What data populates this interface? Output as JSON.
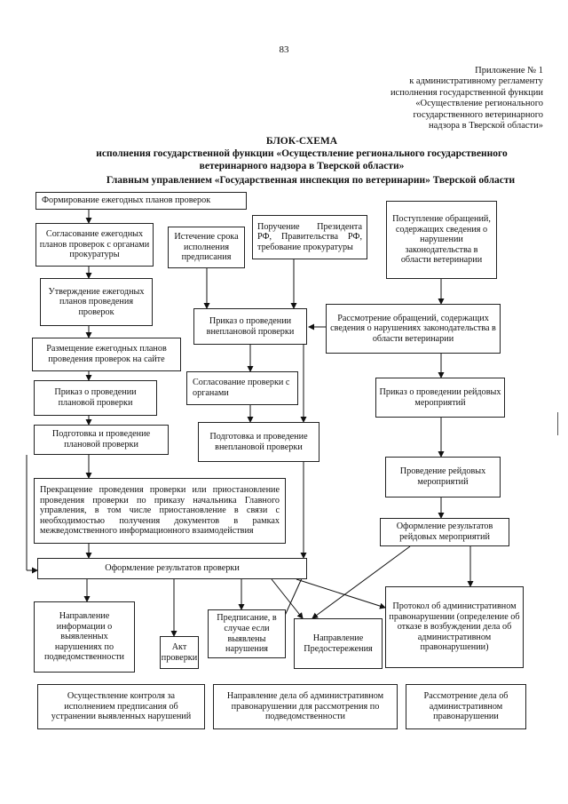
{
  "page_number": "83",
  "annex": {
    "lines": [
      "Приложение № 1",
      "к административному регламенту",
      "исполнения государственной функции",
      "«Осуществление регионального",
      "государственного ветеринарного",
      "надзора в Тверской области»"
    ]
  },
  "title": {
    "line1": "БЛОК-СХЕМА",
    "line2": "исполнения государственной функции «Осуществление регионального государственного",
    "line3": "ветеринарного надзора в Тверской  области»",
    "line4": "Главным управлением «Государственная инспекция по ветеринарии» Тверской области"
  },
  "boxes": {
    "form_plans": "Формирование ежегодных планов проверок",
    "agree_plans": "Согласование ежегодных планов проверок с органами прокуратуры",
    "approve_plans": "Утверждение ежегодных планов проведения проверок",
    "publish_plans": "Размещение ежегодных планов проведения проверок на сайте",
    "order_planned": "Приказ о проведении плановой проверки",
    "prep_planned": "Подготовка и проведение плановой проверки",
    "term_expiry": "Истечение срока исполнения предписания",
    "instruction": "Поручение Президента РФ, Правительства РФ, требование прокуратуры",
    "receipt": "Поступление обращений, содержащих сведения о нарушении законодательства в области ветеринарии",
    "order_unplanned": "Приказ о проведении внеплановой проверки",
    "review_appeals": "Рассмотрение обращений, содержащих сведения о нарушениях законодательства в области ветеринарии",
    "agree_prosecutor": "Согласование проверки с органами",
    "order_raid": "Приказ о проведении рейдовых мероприятий",
    "prep_unplanned": "Подготовка и проведение внеплановой проверки",
    "conduct_raid": "Проведение рейдовых мероприятий",
    "termination": "Прекращение проведения проверки или приостановление проведения проверки по приказу начальника Главного управления, в том числе приостановление в связи с необходимостью получения документов в рамках межведомственного информационного взаимодействия",
    "raid_results": "Оформление результатов рейдовых мероприятий",
    "inspection_results": "Оформление результатов проверки",
    "send_info": "Направление информации о выявленных нарушениях по подведомственности",
    "act": "Акт проверки",
    "prescription": "Предписание, в случае если выявлены нарушения",
    "warning": "Направление Предостережения",
    "protocol": "Протокол об административном правонарушении (определение об отказе в возбуждении дела об административном правонарушении)",
    "control": "Осуществление контроля за исполнением предписания об устранении выявленных нарушений",
    "send_case": "Направление дела об административном правонарушении для рассмотрения по подведомственности",
    "consider_case": "Рассмотрение дела об административном правонарушении"
  }
}
